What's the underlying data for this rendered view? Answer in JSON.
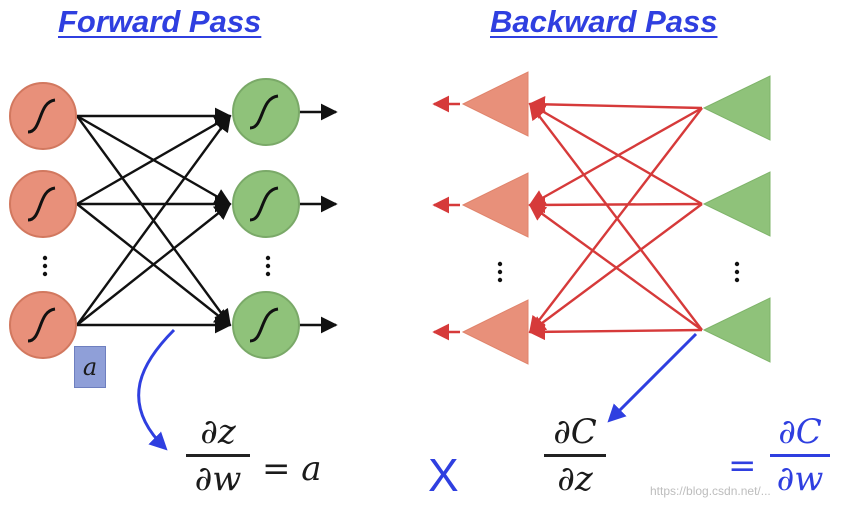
{
  "titles": {
    "forward": "Forward Pass",
    "backward": "Backward Pass"
  },
  "forward": {
    "activation_label": "a",
    "formula": {
      "numerator": "∂z",
      "denominator": "∂w",
      "equals": "= a"
    }
  },
  "backward": {
    "formula": {
      "numerator": "∂C",
      "denominator": "∂z"
    },
    "result": {
      "equals": "=",
      "numerator": "∂C",
      "denominator": "∂w"
    }
  },
  "operator": "X",
  "watermark": "https://blog.csdn.net/...",
  "colors": {
    "title": "#2f3fe0",
    "neuron_orange": "#e8907a",
    "neuron_green": "#8fc27a",
    "forward_lines": "#111111",
    "backward_lines": "#d63a3a",
    "pointer_arrow": "#2f3fe0"
  },
  "icons": [
    "sigmoid-icon",
    "triangle-icon",
    "arrow-icon",
    "vertical-ellipsis-icon"
  ]
}
